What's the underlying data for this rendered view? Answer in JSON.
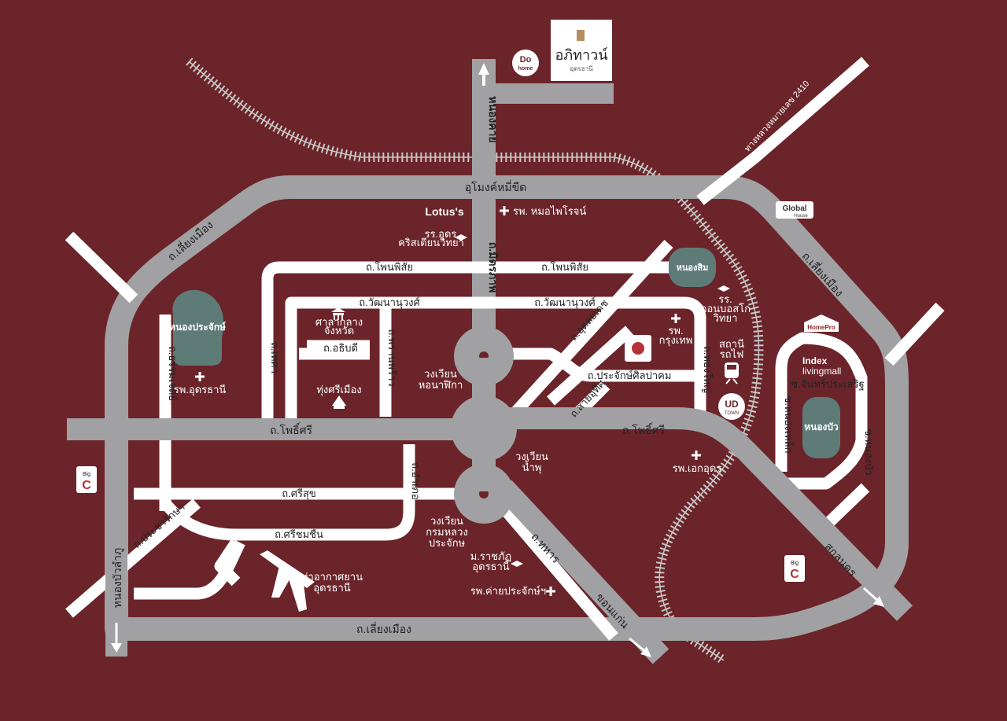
{
  "project": {
    "name": "อภิทาวน์",
    "subtitle": "อุดรธานี"
  },
  "roads": {
    "nongkhai": "หนองคาย",
    "mitraphap": "ถ.มิตรภาพ",
    "underpass": "อุโมงค์หมี่ขีด",
    "ring_left": "ถ.เลี่ยงเมือง",
    "ring_right": "ถ.เลี่ยงเมือง",
    "ring_bottom": "ถ.เลี่ยงเมือง",
    "highway2410": "ทางหลวงหมายเลข 2410",
    "phonphisai_left": "ถ.โพนพิสัย",
    "phonphisai_right": "ถ.โพนพิสัย",
    "watthananuwong_left": "ถ.วัฒนานุวงศ์",
    "watthananuwong_right": "ถ.วัฒนานุวงศ์",
    "athibodi": "ถ.อธิบดี",
    "thetsa": "ถ.เทศา",
    "phraoprao": "ถ.พรานพร้าว",
    "thammathet": "ถ.ธรรมเจดีย์",
    "phosri_left": "ถ.โพธิ์ศรี",
    "phosri_right": "ถ.โพธิ์ศรี",
    "srisuk": "ถ.ศรีสุข",
    "srichomchuen": "ถ.ศรีชมชื่น",
    "prachaurak": "ถ.ประชารักษา",
    "amphoe": "ถ.อำเภอ",
    "udondutsadi": "ถ.อุดลยเดช",
    "prajaksillapakom": "ถ.ประจักษ์ศิลปาคม",
    "saiuthit": "ถ.สายอุทิศ",
    "thongyai": "ถ.ทองใหญ่",
    "thahan": "ถ.ทหาร",
    "khonkaen": "ขอนแก่น",
    "sakon": "สกลนคร",
    "nongbualamphu": "หนองบัวลำภู",
    "nonglek": "ซ.หนองเหล็ก",
    "chanprasert": "ซ.จันทร์ประเสริฐ",
    "nongbua_soi": "ซ.หนองบัว"
  },
  "places": {
    "nongprajak": "หนองประจักษ์",
    "nongsim": "หนองสิม",
    "nongbua": "หนองบัว",
    "lotus": "Lotus's",
    "dohome_line1": "Do",
    "dohome_line2": "home",
    "global_line1": "Global",
    "global_line2": "House",
    "homepro": "HomePro",
    "index_line1": "Index",
    "index_line2": "livingmall",
    "udtown_line1": "UD",
    "udtown_line2": "TOWN",
    "bigc_line1": "Big",
    "bigc_line2": "C",
    "hosp_mophairo": "รพ. หมอไพโรจน์",
    "hosp_udon": "รพ.อุดรธานี",
    "hosp_bangkok_1": "รพ.",
    "hosp_bangkok_2": "กรุงเทพ",
    "hosp_ekudon": "รพ.เอกอุดร",
    "hosp_camp": "รพ.ค่ายประจักษ์ฯ",
    "school_udon_1": "รร.อุดร",
    "school_udon_2": "คริสเตียนวิทยา",
    "school_donbosco_1": "รร.",
    "school_donbosco_2": "ดอนบอสโก",
    "school_donbosco_3": "วิทยา",
    "univ_1": "ม.ราชภัฏ",
    "univ_2": "อุดรธานี",
    "station_1": "สถานี",
    "station_2": "รถไฟ",
    "cityhall_1": "ศาลากลาง",
    "cityhall_2": "จังหวัด",
    "tungsrimuang": "ทุ่งศรีเมือง",
    "circle_nongnakha_1": "วงเวียน",
    "circle_nongnakha_2": "หอนาฬิกา",
    "circle_fountain_1": "วงเวียน",
    "circle_fountain_2": "น้ำพุ",
    "circle_krom_1": "วงเวียน",
    "circle_krom_2": "กรมหลวง",
    "circle_krom_3": "ประจักษ",
    "airport_1": "ท่าอากาศยาน",
    "airport_2": "อุดรธานี"
  },
  "colors": {
    "background": "#6b242a",
    "ring_road": "#a1a1a3",
    "city_road": "#ffffff",
    "lake": "#5e7b78",
    "railway": "#c7c7c7"
  }
}
